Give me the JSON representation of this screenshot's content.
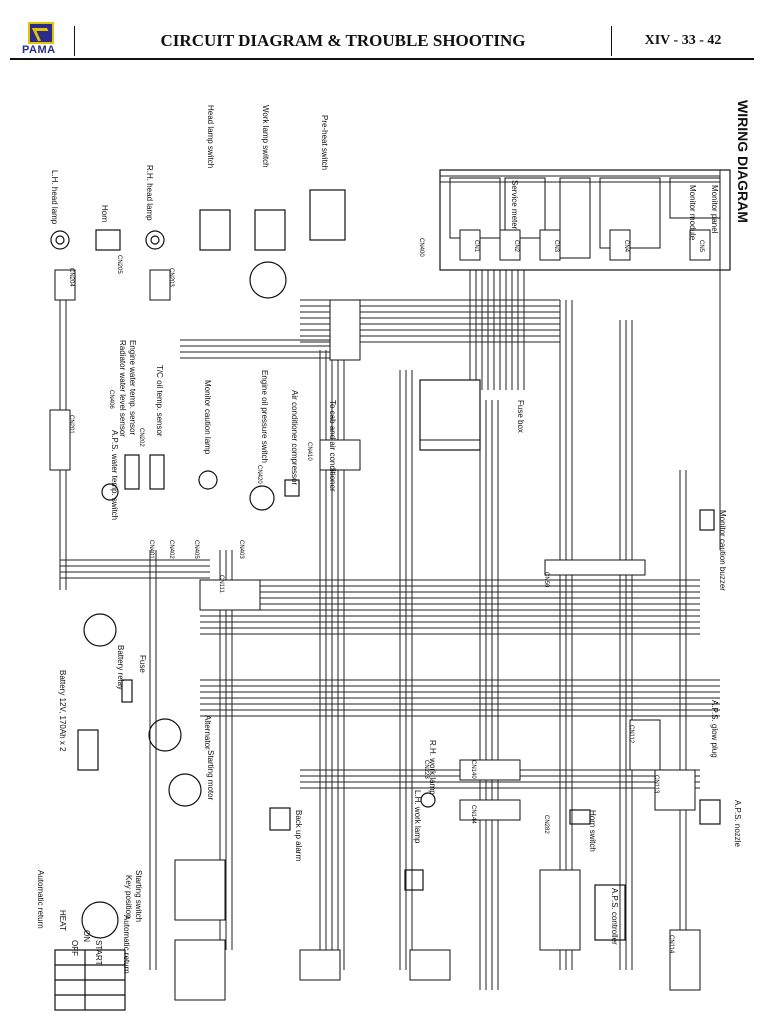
{
  "header": {
    "logo_text": "PAMA",
    "title": "CIRCUIT DIAGRAM & TROUBLE SHOOTING",
    "page_number": "XIV - 33 - 42"
  },
  "diagram": {
    "heading": "WIRING DIAGRAM",
    "labels": {
      "lh_head_lamp": "L.H. head lamp",
      "rh_head_lamp": "R.H. head lamp",
      "horn": "Horn",
      "head_lamp_switch": "Head lamp switch",
      "work_lamp_switch": "Work lamp switch",
      "preheat_switch": "Pre-heat switch",
      "monitor_panel": "Monitor panel",
      "monitor_module": "Monitor module",
      "service_meter": "Service meter",
      "fuse_box": "Fuse box",
      "to_cab": "To cab and air conditioner",
      "engine_water_temp": "Engine water temp. sensor",
      "radiator_water_level": "Radiator water level sensor",
      "aps_water_temp": "A.P.S. water temp. switch",
      "tc_oil_temp": "T/C oil temp. sensor",
      "monitor_caution_lamp": "Monitor caution lamp",
      "engine_oil_pressure": "Engine oil pressure switch",
      "air_con_compressor": "Air conditioner compressor",
      "monitor_caution_buzzer": "Monitor caution buzzer",
      "fuse": "Fuse",
      "battery_relay": "Battery relay",
      "battery": "Battery 12V, 170Ah x 2",
      "alternator": "Alternator",
      "starting_motor": "Starting motor",
      "back_up_alarm": "Back up alarm",
      "rh_work_lamp": "R.H. work lamp",
      "lh_work_lamp": "L.H. work lamp",
      "horn_switch": "Horn switch",
      "aps_glow_plug": "A.P.S. glow plug",
      "aps_nozzle": "A.P.S. nozzle",
      "aps_controller": "A.P.S. controller",
      "starting_switch": "Starting switch",
      "key_position": "Key position",
      "heat": "HEAT",
      "off": "OFF",
      "on": "ON",
      "start": "START",
      "automatic_return_1": "Automatic return",
      "automatic_return_2": "Automatic return"
    },
    "connectors": [
      "CN201",
      "CN202",
      "CN203",
      "CN204",
      "CN205",
      "CN400",
      "CN401",
      "CN402",
      "CN403",
      "CN405",
      "CN406",
      "CN410",
      "CN420",
      "CN50",
      "CN111",
      "CN112",
      "CN113",
      "CN114",
      "CN140",
      "CN144",
      "CN223",
      "CN282",
      "CN1",
      "CN2",
      "CN3",
      "CN4",
      "CN5"
    ]
  }
}
